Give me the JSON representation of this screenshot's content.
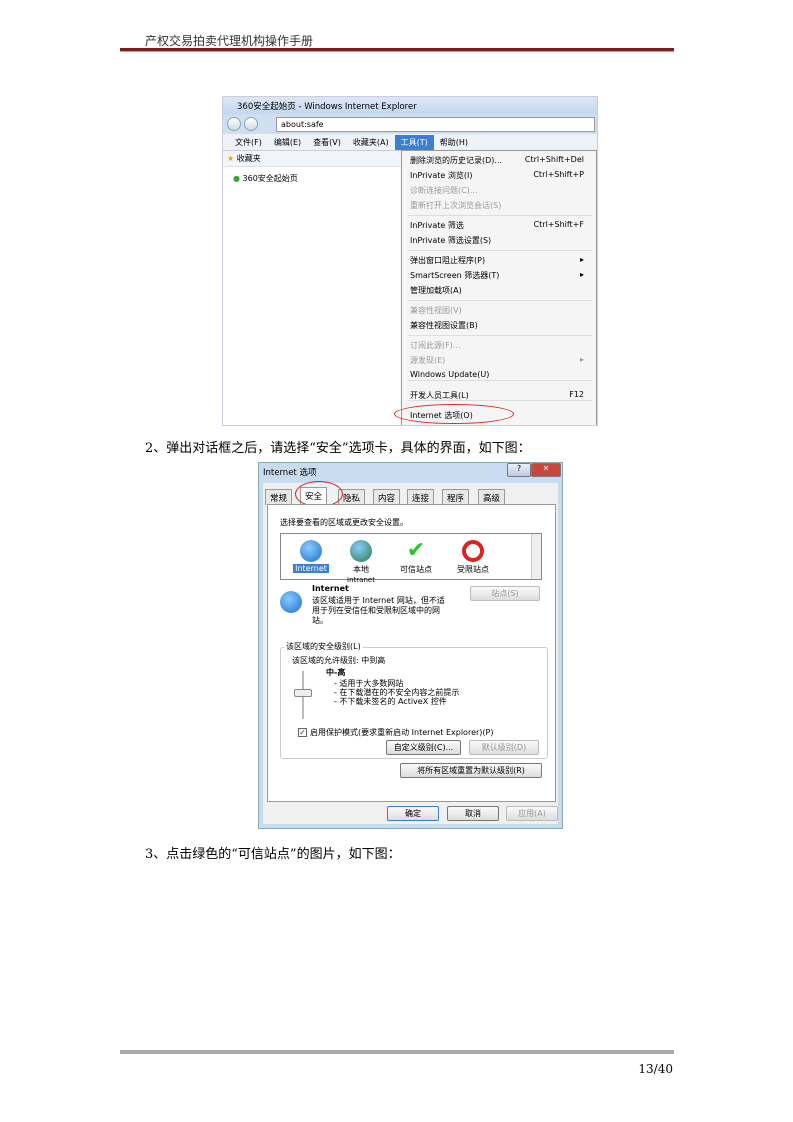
{
  "header": {
    "title": "产权交易拍卖代理机构操作手册"
  },
  "ie": {
    "window_title": "360安全起始页 - Windows Internet Explorer",
    "address": "about:safe",
    "menu": [
      "文件(F)",
      "编辑(E)",
      "查看(V)",
      "收藏夹(A)",
      "工具(T)",
      "帮助(H)"
    ],
    "favorites": "收藏夹",
    "tab": "360安全起始页",
    "tools_menu": [
      {
        "label": "删除浏览的历史记录(D)...",
        "shortcut": "Ctrl+Shift+Del"
      },
      {
        "label": "InPrivate 浏览(I)",
        "shortcut": "Ctrl+Shift+P"
      },
      {
        "label": "诊断连接问题(C)..."
      },
      {
        "label": "重新打开上次浏览会话(S)"
      },
      {
        "label": "InPrivate 筛选",
        "shortcut": "Ctrl+Shift+F"
      },
      {
        "label": "InPrivate 筛选设置(S)"
      },
      {
        "label": "弹出窗口阻止程序(P)",
        "submenu": "▸"
      },
      {
        "label": "SmartScreen 筛选器(T)",
        "submenu": "▸"
      },
      {
        "label": "管理加载项(A)"
      },
      {
        "label": "兼容性视图(V)"
      },
      {
        "label": "兼容性视图设置(B)"
      },
      {
        "label": "订阅此源(F)..."
      },
      {
        "label": "源发现(E)",
        "submenu": "▸"
      },
      {
        "label": "Windows Update(U)"
      },
      {
        "label": "开发人员工具(L)",
        "shortcut": "F12"
      },
      {
        "label": "Internet 选项(O)"
      }
    ]
  },
  "step2": "2、弹出对话框之后，请选择“安全”选项卡，具体的界面，如下图：",
  "dialog": {
    "title": "Internet 选项",
    "help": "?",
    "close": "✕",
    "tabs": [
      "常规",
      "安全",
      "隐私",
      "内容",
      "连接",
      "程序",
      "高级"
    ],
    "prompt": "选择要查看的区域或更改安全设置。",
    "zones": [
      {
        "label": "Internet"
      },
      {
        "label": "本地",
        "sub": "Intranet"
      },
      {
        "label": "可信站点"
      },
      {
        "label": "受限站点"
      }
    ],
    "zone_title": "Internet",
    "zone_desc": "该区域适用于 Internet 网站，但不适用于列在受信任和受限制区域中的网站。",
    "sites_button": "站点(S)",
    "group_label": "该区域的安全级别(L)",
    "allowed_level": "该区域的允许级别: 中到高",
    "level_name": "中-高",
    "level_items": [
      "- 适用于大多数网站",
      "- 在下载潜在的不安全内容之前提示",
      "- 不下载未签名的 ActiveX 控件"
    ],
    "protected_mode": "启用保护模式(要求重新启动 Internet Explorer)(P)",
    "protected_checked": true,
    "custom_button": "自定义级别(C)...",
    "default_button": "默认级别(D)",
    "reset_button": "将所有区域重置为默认级别(R)",
    "ok": "确定",
    "cancel": "取消",
    "apply": "应用(A)"
  },
  "step3": "3、点击绿色的“可信站点”的图片，如下图：",
  "footer": {
    "page": "13/40"
  }
}
